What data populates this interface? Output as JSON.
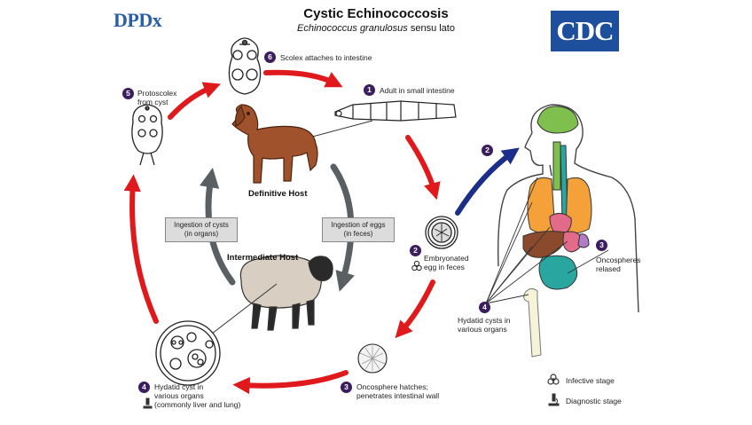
{
  "header": {
    "title": "Cystic Echinococcosis",
    "subtitle_italic": "Echinococcus granulosus",
    "subtitle_rest": "sensu lato"
  },
  "logos": {
    "dpdx": "DPDx",
    "cdc": "CDC"
  },
  "stages": [
    {
      "number": "1",
      "label": "Adult in small intestine"
    },
    {
      "number": "2",
      "label_lines": [
        "Embryonated",
        "egg in feces"
      ]
    },
    {
      "number": "3",
      "label_lines": [
        "Oncosphere hatches;",
        "penetrates intestinal wall"
      ]
    },
    {
      "number": "4",
      "label_lines": [
        "Hydatid cyst in",
        "various organs",
        "(commonly liver and lung)"
      ]
    },
    {
      "number": "5",
      "label_lines": [
        "Protoscolex",
        "from cyst"
      ]
    },
    {
      "number": "6",
      "label": "Scolex attaches to intestine"
    }
  ],
  "human": {
    "stage2_number": "2",
    "stage3_number": "3",
    "stage3_label_lines": [
      "Oncospheres",
      "relased"
    ],
    "stage4_number": "4",
    "stage4_label_lines": [
      "Hydatid cysts in",
      "various organs"
    ]
  },
  "hosts": {
    "definitive": "Definitive Host",
    "intermediate": "Intermediate Host"
  },
  "boxes": {
    "cysts_lines": [
      "Ingestion of cysts",
      "(in organs)"
    ],
    "eggs_lines": [
      "Ingestion of eggs",
      "(in feces)"
    ]
  },
  "legend": {
    "infective": "Infective stage",
    "diagnostic": "Diagnostic stage"
  },
  "colors": {
    "red_arrow": "#e0191c",
    "blue_arrow": "#1b2f8a",
    "gray_arrow": "#5a5f63",
    "number_badge": "#3b1e5e",
    "dog": "#a0522d",
    "sheep_wool": "#d8cfc2",
    "brain": "#7fbf4d",
    "lungs": "#f4a13a",
    "liver": "#8b4a2b",
    "intestine": "#2aa6a0",
    "stomach": "#e36b8a",
    "spleen": "#b07cc6",
    "cdc_blue": "#1d4f9c"
  }
}
